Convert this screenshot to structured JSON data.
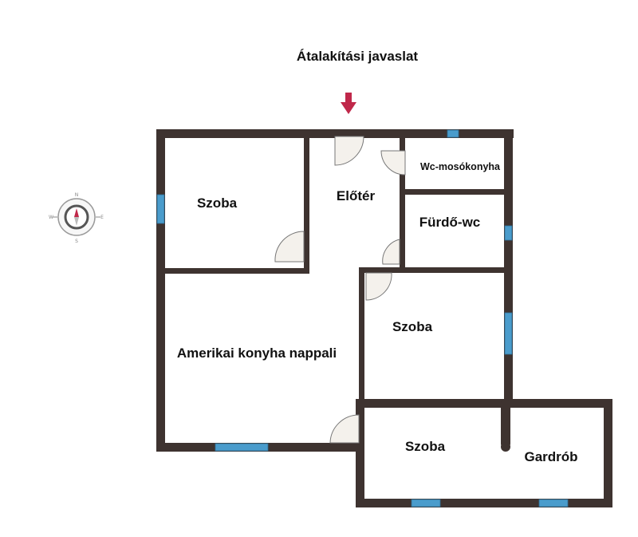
{
  "title": "Átalakítási javaslat",
  "rooms": {
    "szoba_1": "Szoba",
    "eloter": "Előtér",
    "wc_mosokonyha": "Wc-mosókonyha",
    "furdo_wc": "Fürdő-wc",
    "szoba_2": "Szoba",
    "amerikai_konyha": "Amerikai konyha nappali",
    "szoba_3": "Szoba",
    "gardrob": "Gardrób"
  },
  "compass": {
    "n": "N",
    "s": "S",
    "e": "E",
    "w": "W"
  },
  "colors": {
    "wall": "#3e3330",
    "window": "#4a9ccc",
    "arrow": "#c0284a",
    "door_fill": "#f4f1ec",
    "compass_needle": "#c0284a"
  }
}
